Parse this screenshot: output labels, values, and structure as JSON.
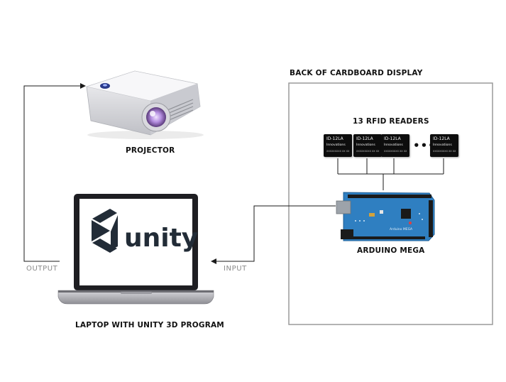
{
  "labels": {
    "back_panel": "BACK OF CARDBOARD DISPLAY",
    "rfid_readers": "13 RFID READERS",
    "arduino": "ARDUINO MEGA",
    "projector": "PROJECTOR",
    "laptop": "LAPTOP WITH UNITY 3D PROGRAM",
    "output": "OUTPUT",
    "input": "INPUT",
    "ellipsis": "•••"
  },
  "rfid_chip": {
    "model": "ID-12LA",
    "brand": "Innovations",
    "code": "XXXXXXXXX XX XX"
  },
  "screen": {
    "logo_text": "unity"
  },
  "board": {
    "silkscreen": "Arduino MEGA"
  },
  "colors": {
    "line": "#1a1a1a",
    "panel_border": "#9a9a9a",
    "board_blue": "#2f7fc1",
    "unity_dark": "#222c37",
    "muted_label": "#8a8a8a"
  }
}
